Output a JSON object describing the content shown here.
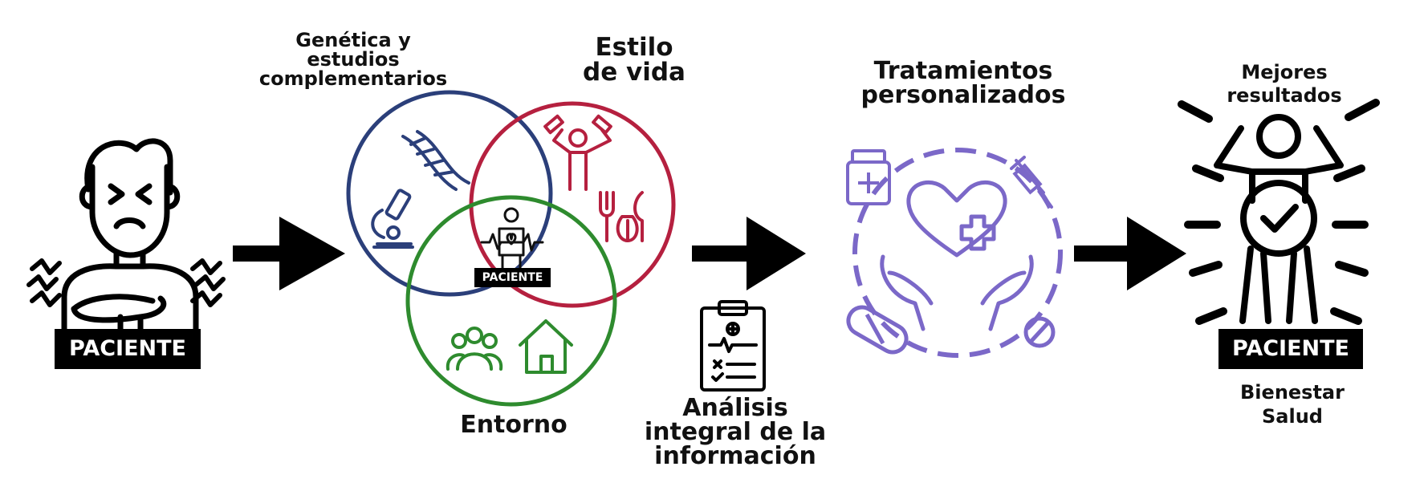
{
  "patient_label": "PACIENTE",
  "venn": {
    "genetics_line1": "Genética y",
    "genetics_line2": "estudios",
    "genetics_line3": "complementarios",
    "lifestyle_line1": "Estilo",
    "lifestyle_line2": "de vida",
    "environment": "Entorno",
    "center_label": "PACIENTE",
    "colors": {
      "genetics": "#2b3f7a",
      "lifestyle": "#b5203f",
      "environment": "#2e8b2e"
    }
  },
  "analysis": {
    "line1": "Análisis",
    "line2": "integral de la",
    "line3": "información"
  },
  "treatments": {
    "line1": "Tratamientos",
    "line2": "personalizados",
    "color": "#7b68c8"
  },
  "outcome": {
    "line1": "Mejores",
    "line2": "resultados",
    "badge": "PACIENTE",
    "sub1": "Bienestar",
    "sub2": "Salud"
  }
}
